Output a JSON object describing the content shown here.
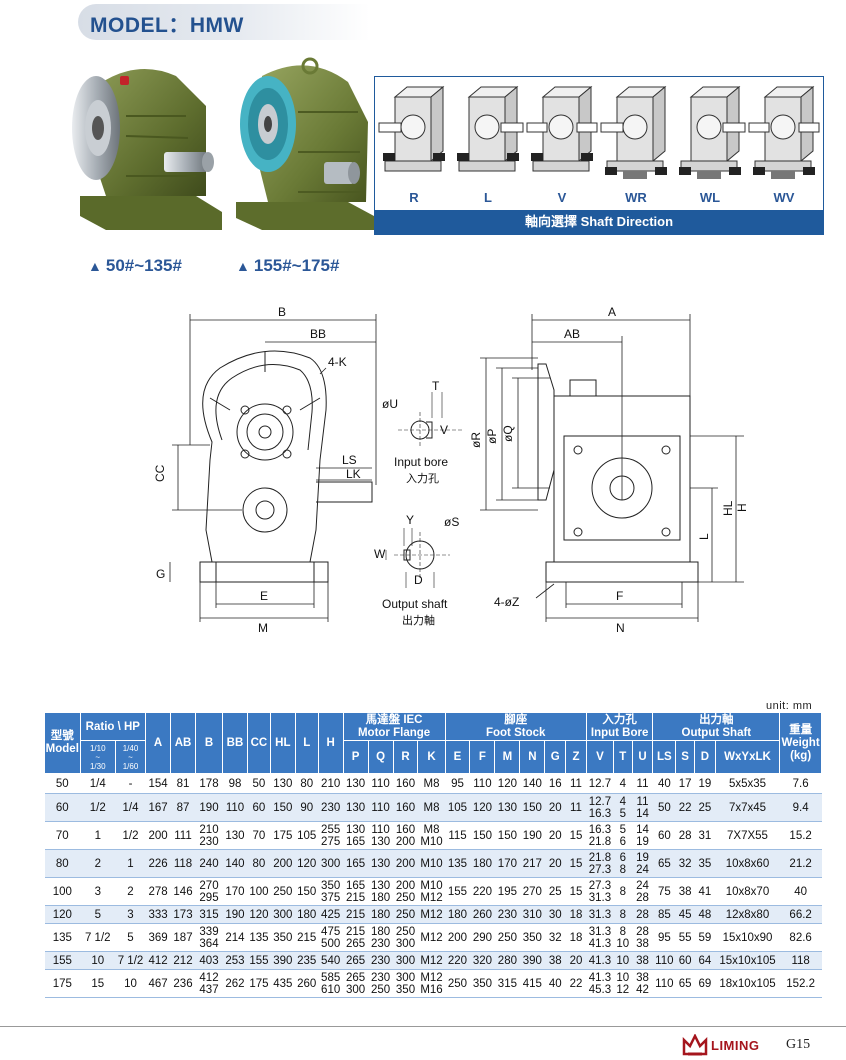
{
  "header": {
    "title": "MODEL：HMW"
  },
  "photos": [
    {
      "caption": "50#~135#"
    },
    {
      "caption": "155#~175#"
    }
  ],
  "shaft_direction": {
    "options": [
      "R",
      "L",
      "V",
      "WR",
      "WL",
      "WV"
    ],
    "footer": "軸向選擇 Shaft Direction"
  },
  "drawing": {
    "front": {
      "B": "B",
      "BB": "BB",
      "K": "4-K",
      "CC": "CC",
      "LS": "LS",
      "LK": "LK",
      "G": "G",
      "E": "E",
      "M": "M"
    },
    "input": {
      "T": "T",
      "U": "øU",
      "V": "V",
      "caption_en": "Input bore",
      "caption_zh": "入力孔"
    },
    "output": {
      "Y": "Y",
      "S": "øS",
      "W": "W",
      "D": "D",
      "caption_en": "Output shaft",
      "caption_zh": "出力軸"
    },
    "side": {
      "A": "A",
      "AB": "AB",
      "R": "øR",
      "P": "øP",
      "Q": "øQ",
      "HL": "HL",
      "L": "L",
      "H": "H",
      "Z": "4-øZ",
      "F": "F",
      "N": "N"
    }
  },
  "table": {
    "unit": "unit: mm",
    "headers": {
      "model_zh": "型號",
      "model_en": "Model",
      "ratio": "Ratio \\ HP",
      "ratio_a": [
        "1/10",
        "~",
        "1/30"
      ],
      "ratio_b": [
        "1/40",
        "~",
        "1/60"
      ],
      "single": [
        "A",
        "AB",
        "B",
        "BB",
        "CC",
        "HL",
        "L",
        "H"
      ],
      "motor_zh": "馬達盤 IEC",
      "motor_en": "Motor Flange",
      "motor_cols": [
        "P",
        "Q",
        "R",
        "K"
      ],
      "foot_zh": "腳座",
      "foot_en": "Foot Stock",
      "foot_cols": [
        "E",
        "F",
        "M",
        "N",
        "G",
        "Z"
      ],
      "input_zh": "入力孔",
      "input_en": "Input Bore",
      "input_cols": [
        "V",
        "T",
        "U"
      ],
      "output_zh": "出力軸",
      "output_en": "Output Shaft",
      "output_cols": [
        "LS",
        "S",
        "D",
        "WxYxLK"
      ],
      "weight_zh": "重量",
      "weight_en": "Weight",
      "weight_unit": "(kg)"
    },
    "rows": [
      [
        "50",
        "1/4",
        "-",
        "154",
        "81",
        "178",
        "98",
        "50",
        "130",
        "80",
        "210",
        "130",
        "110",
        "160",
        "M8",
        "95",
        "110",
        "120",
        "140",
        "16",
        "11",
        "12.7",
        "4",
        "11",
        "40",
        "17",
        "19",
        "5x5x35",
        "7.6"
      ],
      [
        "60",
        "1/2",
        "1/4",
        "167",
        "87",
        "190",
        "110",
        "60",
        "150",
        "90",
        "230",
        "130",
        "110",
        "160",
        "M8",
        "105",
        "120",
        "130",
        "150",
        "20",
        "11",
        "12.7\n16.3",
        "4\n5",
        "11\n14",
        "50",
        "22",
        "25",
        "7x7x45",
        "9.4"
      ],
      [
        "70",
        "1",
        "1/2",
        "200",
        "111",
        "210\n230",
        "130",
        "70",
        "175",
        "105",
        "255\n275",
        "130\n165",
        "110\n130",
        "160\n200",
        "M8\nM10",
        "115",
        "150",
        "150",
        "190",
        "20",
        "15",
        "16.3\n21.8",
        "5\n6",
        "14\n19",
        "60",
        "28",
        "31",
        "7X7X55",
        "15.2"
      ],
      [
        "80",
        "2",
        "1",
        "226",
        "118",
        "240",
        "140",
        "80",
        "200",
        "120",
        "300",
        "165",
        "130",
        "200",
        "M10",
        "135",
        "180",
        "170",
        "217",
        "20",
        "15",
        "21.8\n27.3",
        "6\n8",
        "19\n24",
        "65",
        "32",
        "35",
        "10x8x60",
        "21.2"
      ],
      [
        "100",
        "3",
        "2",
        "278",
        "146",
        "270\n295",
        "170",
        "100",
        "250",
        "150",
        "350\n375",
        "165\n215",
        "130\n180",
        "200\n250",
        "M10\nM12",
        "155",
        "220",
        "195",
        "270",
        "25",
        "15",
        "27.3\n31.3",
        "8",
        "24\n28",
        "75",
        "38",
        "41",
        "10x8x70",
        "40"
      ],
      [
        "120",
        "5",
        "3",
        "333",
        "173",
        "315",
        "190",
        "120",
        "300",
        "180",
        "425",
        "215",
        "180",
        "250",
        "M12",
        "180",
        "260",
        "230",
        "310",
        "30",
        "18",
        "31.3",
        "8",
        "28",
        "85",
        "45",
        "48",
        "12x8x80",
        "66.2"
      ],
      [
        "135",
        "7 1/2",
        "5",
        "369",
        "187",
        "339\n364",
        "214",
        "135",
        "350",
        "215",
        "475\n500",
        "215\n265",
        "180\n230",
        "250\n300",
        "M12",
        "200",
        "290",
        "250",
        "350",
        "32",
        "18",
        "31.3\n41.3",
        "8\n10",
        "28\n38",
        "95",
        "55",
        "59",
        "15x10x90",
        "82.6"
      ],
      [
        "155",
        "10",
        "7 1/2",
        "412",
        "212",
        "403",
        "253",
        "155",
        "390",
        "235",
        "540",
        "265",
        "230",
        "300",
        "M12",
        "220",
        "320",
        "280",
        "390",
        "38",
        "20",
        "41.3",
        "10",
        "38",
        "110",
        "60",
        "64",
        "15x10x105",
        "118"
      ],
      [
        "175",
        "15",
        "10",
        "467",
        "236",
        "412\n437",
        "262",
        "175",
        "435",
        "260",
        "585\n610",
        "265\n300",
        "230\n250",
        "300\n350",
        "M12\nM16",
        "250",
        "350",
        "315",
        "415",
        "40",
        "22",
        "41.3\n45.3",
        "10\n12",
        "38\n42",
        "110",
        "65",
        "69",
        "18x10x105",
        "152.2"
      ]
    ]
  },
  "footer": {
    "brand": "LIMING",
    "page": "G15"
  },
  "colors": {
    "blue": "#1f5a9c",
    "header_blue": "#3b79c2",
    "stripe": "#e3ecf7",
    "gear_green": "#6e7f3a",
    "brand_red": "#a5151d"
  }
}
